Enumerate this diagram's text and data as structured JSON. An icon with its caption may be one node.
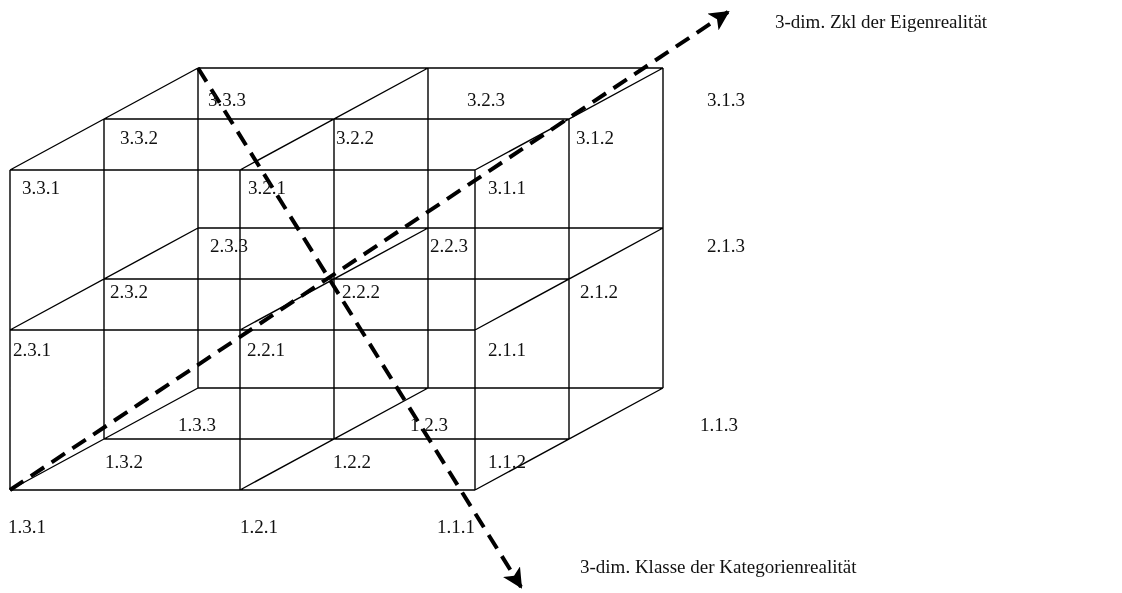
{
  "diagram": {
    "nodes": [
      {
        "text": [
          "3-dim. Zkl der Eigenrealität"
        ]
      },
      {
        "text": [
          "3-dim. Klasse der Kategorienrealität"
        ]
      }
    ],
    "edges": [
      {
        "from": null,
        "to": 0,
        "arrow": "to",
        "style": "dashed"
      },
      {
        "from": null,
        "to": 1,
        "arrow": "to",
        "style": "dashed"
      }
    ],
    "labels": [
      "3.3.3",
      "3.2.3",
      "3.1.3",
      "3.3.2",
      "3.2.2",
      "3.1.2",
      "3.3.1",
      "3.2.1",
      "3.1.1",
      "2.3.3",
      "2.2.3",
      "2.1.3",
      "2.3.2",
      "2.2.2",
      "2.1.2",
      "2.3.1",
      "2.2.1",
      "2.1.1",
      "1.3.3",
      "1.2.3",
      "1.1.3",
      "1.3.2",
      "1.2.2",
      "1.1.2",
      "1.3.1",
      "1.2.1",
      "1.1.1"
    ]
  }
}
